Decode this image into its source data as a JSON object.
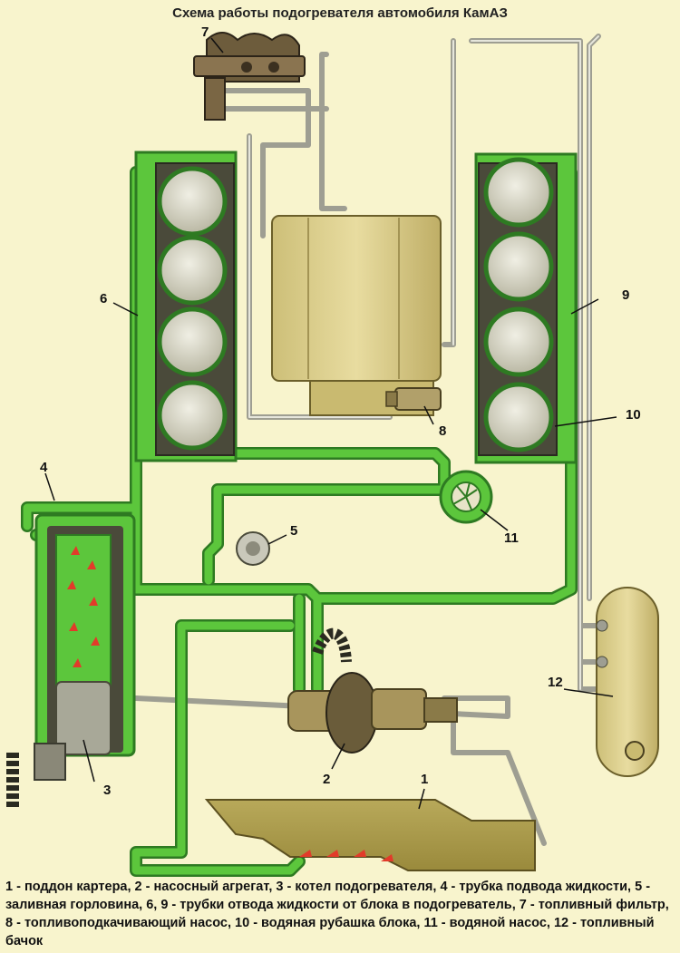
{
  "title": "Схема работы подогревателя автомобиля КамАЗ",
  "callouts": [
    "1",
    "2",
    "3",
    "4",
    "5",
    "6",
    "7",
    "8",
    "9",
    "10",
    "11",
    "12"
  ],
  "caption": "1 - поддон картера, 2 - насосный агрегат, 3 - котел подогревателя, 4 - трубка подвода жидкости, 5 - заливная горловина, 6, 9 - трубки отвода жидкости от блока в подогреватель, 7 - топливный фильтр, 8 - топливоподкачивающий насос, 10 - водяная рубашка блока, 11 - водяной насос, 12 - топливный бачок",
  "colors": {
    "background": "#f8f4cd",
    "coolant": "#5cc63c",
    "coolant_dark": "#2e7a22",
    "block": "#4a4a3a",
    "cylinder": "#d8d6c4",
    "tank": "#d8c980",
    "pipe": "#b9b9ad",
    "flame": "#e23b2a"
  }
}
